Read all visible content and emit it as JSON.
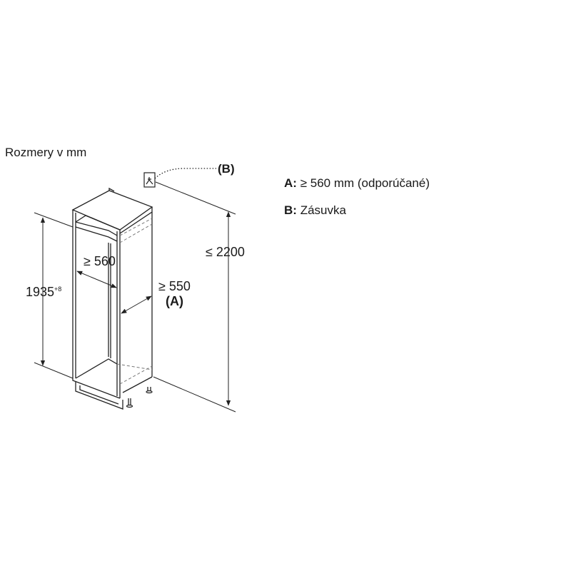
{
  "title": "Rozmery v mm",
  "dimensions": {
    "height_niche": "1935",
    "height_niche_tolerance": "+8",
    "width_niche": "≥ 560",
    "depth_niche": "≥ 550",
    "depth_ref": "(A)",
    "total_height": "≤ 2200",
    "socket_ref": "(B)"
  },
  "legend": [
    {
      "key": "A:",
      "text": "≥ 560 mm (odporúčané)"
    },
    {
      "key": "B:",
      "text": "Zásuvka"
    }
  ],
  "colors": {
    "line": "#222222",
    "background": "#ffffff"
  }
}
